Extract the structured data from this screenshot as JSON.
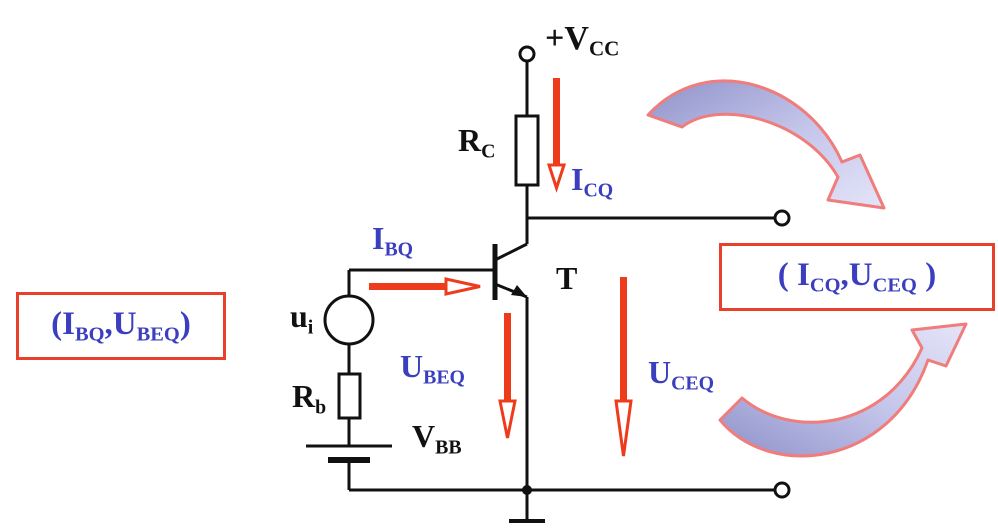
{
  "labels": {
    "vcc": "+V",
    "vcc_sub": "CC",
    "rc": "R",
    "rc_sub": "C",
    "icq": "I",
    "icq_sub": "CQ",
    "ibq": "I",
    "ibq_sub": "BQ",
    "t": "T",
    "ui": "u",
    "ui_sub": "i",
    "ubeq": "U",
    "ubeq_sub": "BEQ",
    "uceq": "U",
    "uceq_sub": "CEQ",
    "rb": "R",
    "rb_sub": "b",
    "vbb": "V",
    "vbb_sub": "BB"
  },
  "left_box": {
    "open": "(",
    "i": "I",
    "i_sub": "BQ",
    "sep": ",",
    "u": "U",
    "u_sub": "BEQ",
    "close": ")"
  },
  "right_box": {
    "open": "( ",
    "i": "I",
    "i_sub": "CQ",
    "sep": ",",
    "u": "U",
    "u_sub": "CEQ",
    "close": " )"
  },
  "colors": {
    "wire": "#111111",
    "arrow": "#ee3b1c",
    "label_blue": "#3b3fbf",
    "box_border": "#e8402a",
    "curved_arrow_fill": "#a9abd8",
    "curved_arrow_stroke": "#f07c7c"
  }
}
